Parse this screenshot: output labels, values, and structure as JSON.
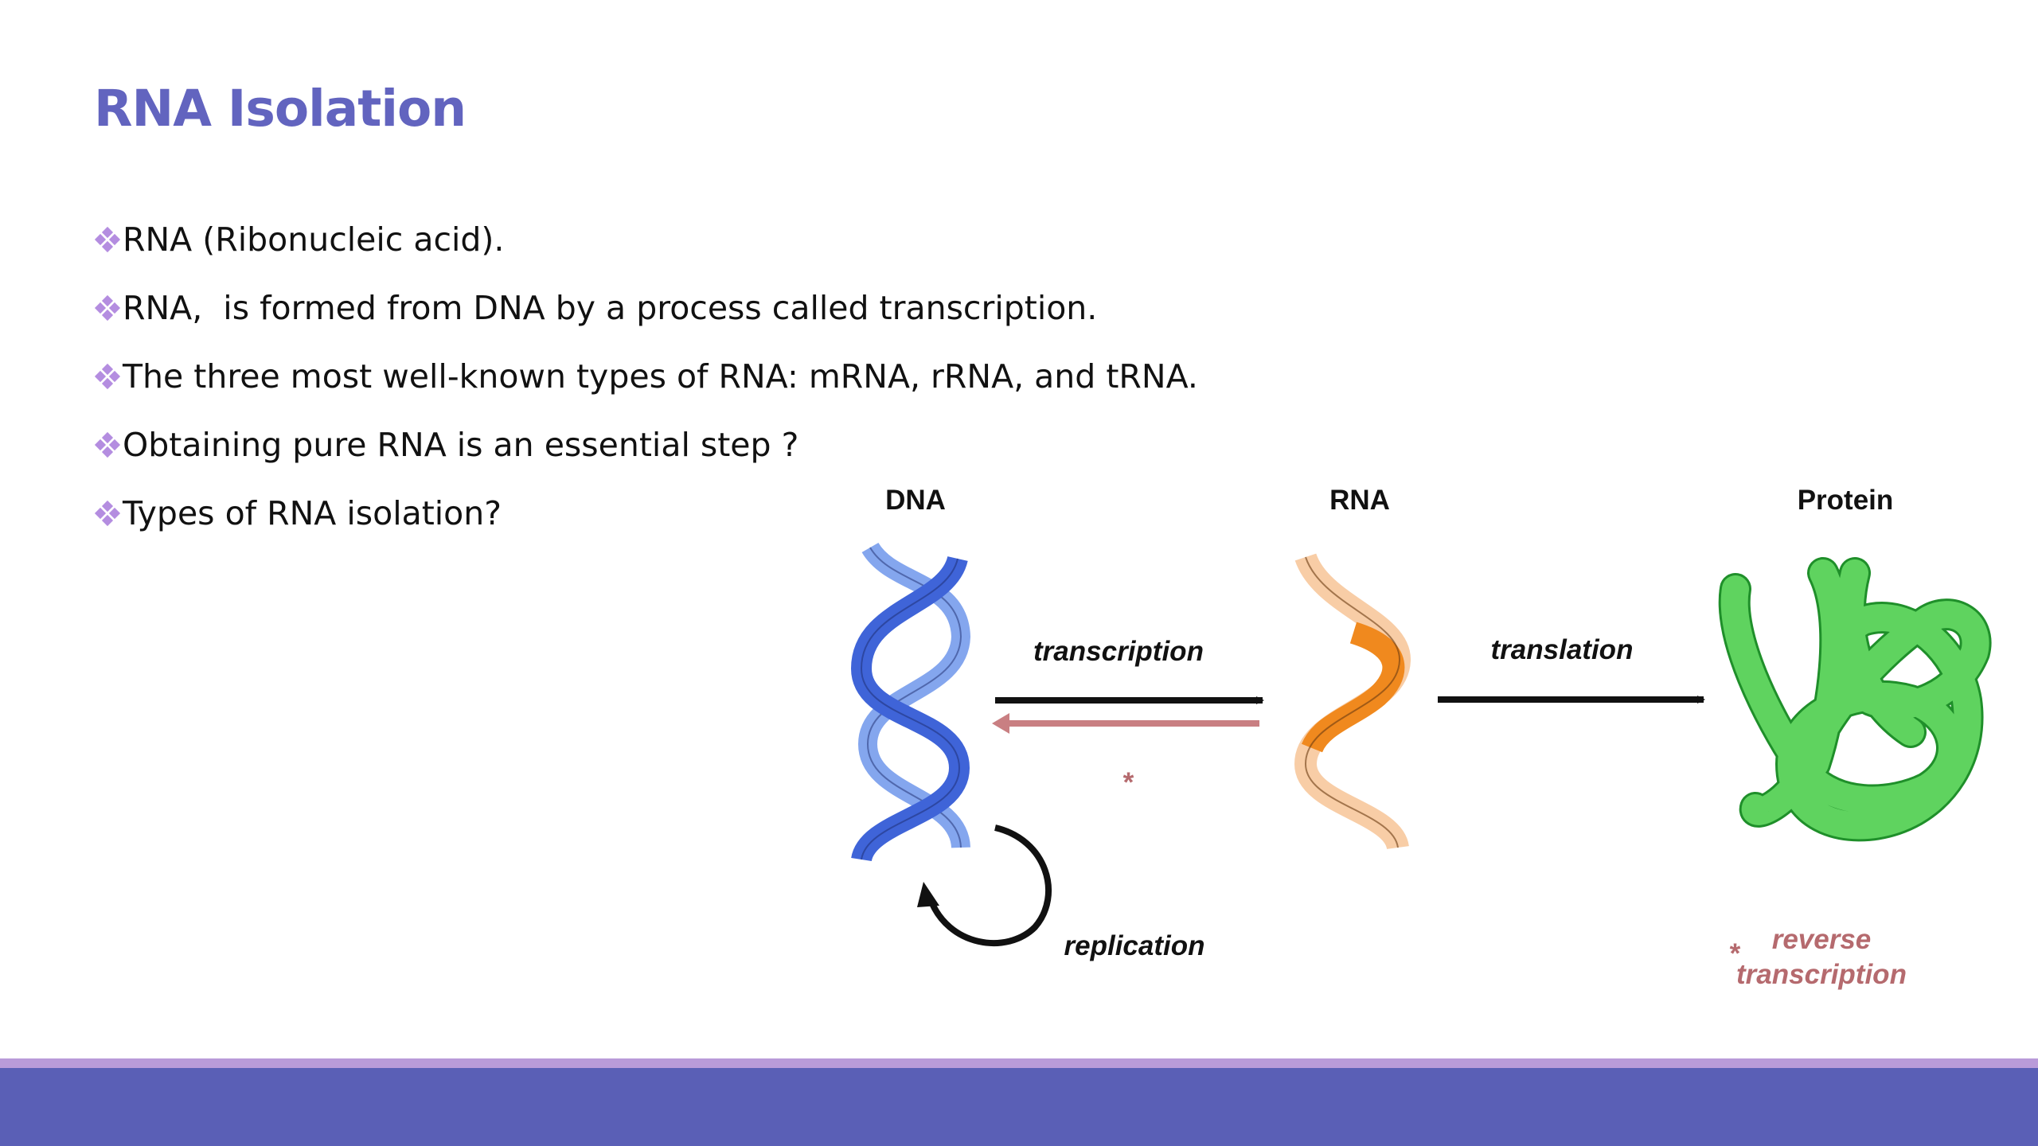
{
  "slide": {
    "title": "RNA Isolation",
    "bullets": [
      "RNA (Ribonucleic acid).",
      "RNA,  is formed from DNA by a process called transcription.",
      "The three most well-known types of RNA: mRNA, rRNA, and tRNA.",
      "Obtaining pure RNA is an essential step ?",
      "Types of RNA isolation?"
    ]
  },
  "diagram": {
    "labels": {
      "dna": "DNA",
      "rna": "RNA",
      "protein": "Protein"
    },
    "processes": {
      "transcription": "transcription",
      "translation": "translation",
      "replication": "replication"
    },
    "footnote": {
      "marker": "*",
      "line1": "reverse",
      "line2": "transcription"
    }
  },
  "colors": {
    "title": "#6264bf",
    "dna": "#3f64d8",
    "dna_light": "#84a6ee",
    "rna": "#f0891e",
    "rna_light": "#f8cda6",
    "protein": "#5fd35f",
    "reverse": "#b56a6e",
    "footer_line": "#b99bd9",
    "footer_bar": "#5a5fb6"
  }
}
